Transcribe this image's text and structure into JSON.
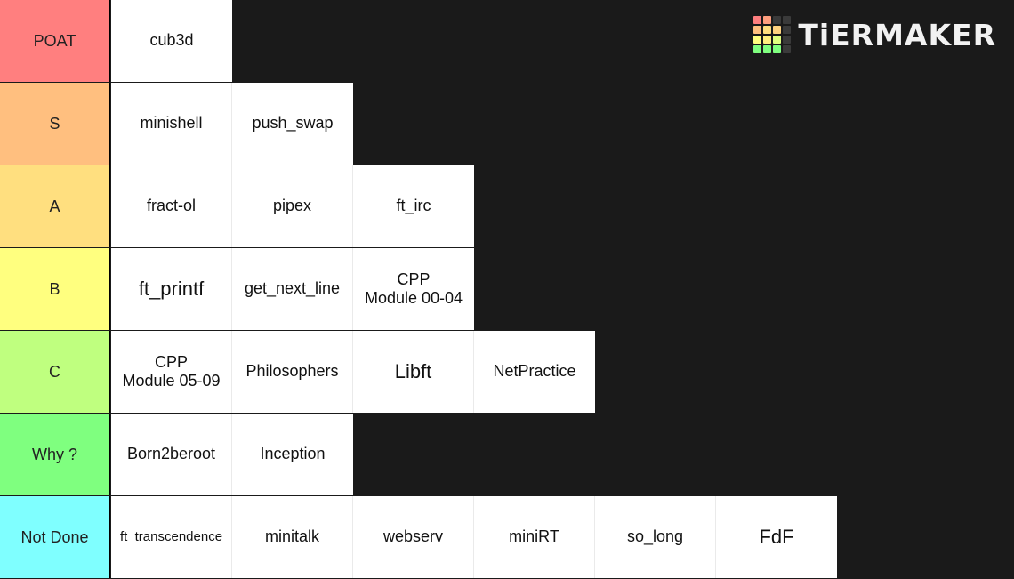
{
  "logo": {
    "text": "TiERMAKER",
    "grid_colors": [
      "#ff7f7f",
      "#ff9f7f",
      "#3a3a3a",
      "#3a3a3a",
      "#ffbf7f",
      "#ffdf7f",
      "#ffd27f",
      "#3a3a3a",
      "#ffff7f",
      "#ffef7f",
      "#dfff7f",
      "#3a3a3a",
      "#7fff7f",
      "#7fff7f",
      "#7fff7f",
      "#3a3a3a"
    ]
  },
  "tiers": [
    {
      "label": "POAT",
      "color": "#ff7f7f",
      "items": [
        "cub3d"
      ]
    },
    {
      "label": "S",
      "color": "#ffbf7f",
      "items": [
        "minishell",
        "push_swap"
      ]
    },
    {
      "label": "A",
      "color": "#ffdf7f",
      "items": [
        "fract-ol",
        "pipex",
        "ft_irc"
      ]
    },
    {
      "label": "B",
      "color": "#ffff7f",
      "items": [
        "ft_printf",
        "get_next_line",
        "CPP\nModule 00-04"
      ]
    },
    {
      "label": "C",
      "color": "#bfff7f",
      "items": [
        "CPP\nModule 05-09",
        "Philosophers",
        "Libft",
        "NetPractice"
      ]
    },
    {
      "label": "Why ?",
      "color": "#7fff7f",
      "items": [
        "Born2beroot",
        "Inception"
      ]
    },
    {
      "label": "Not Done",
      "color": "#7fffff",
      "items": [
        "ft_transcendence",
        "minitalk",
        "webserv",
        "miniRT",
        "so_long",
        "FdF"
      ]
    }
  ],
  "colors": {
    "background": "#1a1a1a",
    "item_background": "#ffffff"
  }
}
